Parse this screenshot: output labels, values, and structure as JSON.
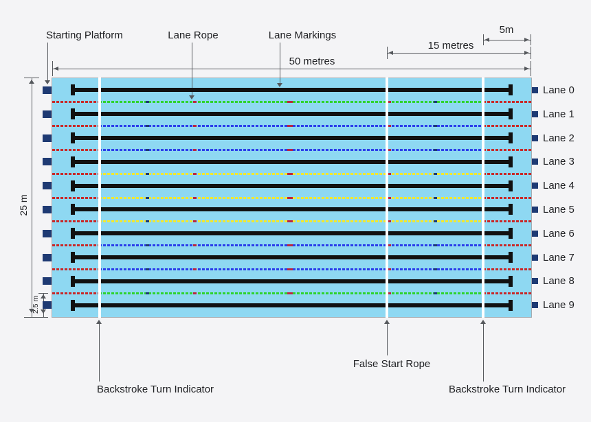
{
  "colors": {
    "background": "#f4f4f6",
    "pool": "#8ed8f2",
    "pool_border": "#a6abb0",
    "lane_marking": "#111111",
    "rope_red": "#c92828",
    "rope_green": "#2ed32e",
    "rope_blue": "#2b3eea",
    "rope_yellow": "#f2e82e",
    "marker_navy": "#1e3a73",
    "marker_red": "#bc2740",
    "platform": "#1e3a73",
    "indicator_white": "#ffffff",
    "annotation": "#55585c",
    "text": "#202124"
  },
  "labels": {
    "starting_platform": "Starting Platform",
    "lane_rope": "Lane Rope",
    "lane_markings": "Lane Markings",
    "false_start_rope": "False Start Rope",
    "backstroke_turn_indicator_left": "Backstroke Turn Indicator",
    "backstroke_turn_indicator_right": "Backstroke Turn Indicator"
  },
  "dimensions": {
    "pool_length": "50 metres",
    "false_start_distance": "15 metres",
    "backstroke_flag_distance": "5m",
    "pool_width": "25 m",
    "lane_width": "2.5 m"
  },
  "lanes": [
    "Lane 0",
    "Lane 1",
    "Lane 2",
    "Lane 3",
    "Lane 4",
    "Lane 5",
    "Lane 6",
    "Lane 7",
    "Lane 8",
    "Lane 9"
  ],
  "ropes": {
    "order": [
      "green",
      "blue",
      "blue",
      "yellow",
      "yellow",
      "yellow",
      "blue",
      "blue",
      "green"
    ],
    "end_section_color": "red"
  }
}
